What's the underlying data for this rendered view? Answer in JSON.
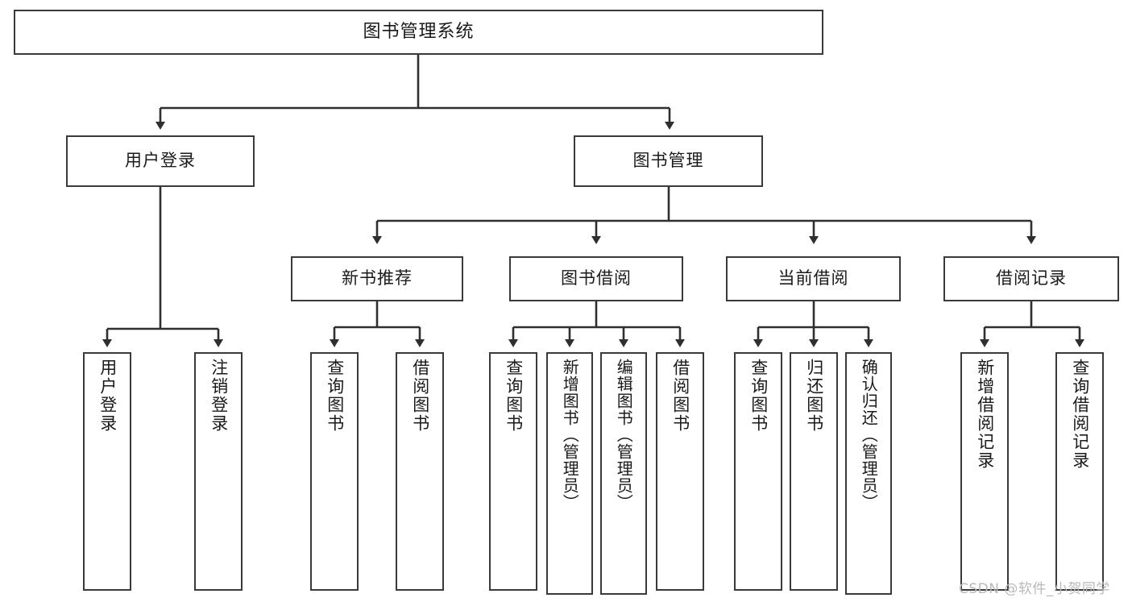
{
  "diagram": {
    "title": "图书管理系统",
    "type": "tree-hierarchy-diagram",
    "colors": {
      "box_border": "#3a3a3a",
      "box_fill": "#ffffff",
      "connector": "#2f2f2f",
      "text": "#1a1a1a",
      "watermark": "#b9b9b9",
      "background": "#ffffff"
    },
    "root": {
      "label": "图书管理系统"
    },
    "level2": [
      {
        "label": "用户登录"
      },
      {
        "label": "图书管理"
      }
    ],
    "level3": [
      {
        "label": "新书推荐"
      },
      {
        "label": "图书借阅"
      },
      {
        "label": "当前借阅"
      },
      {
        "label": "借阅记录"
      }
    ],
    "leaves": {
      "user_login": [
        {
          "label": "用户登录"
        },
        {
          "label": "注销登录"
        }
      ],
      "new_book_recommend": [
        {
          "label": "查询图书"
        },
        {
          "label": "借阅图书"
        }
      ],
      "book_borrow": [
        {
          "label": "查询图书"
        },
        {
          "label": "新增图书（管理员）"
        },
        {
          "label": "编辑图书（管理员）"
        },
        {
          "label": "借阅图书"
        }
      ],
      "current_borrow": [
        {
          "label": "查询图书"
        },
        {
          "label": "归还图书"
        },
        {
          "label": "确认归还（管理员）"
        }
      ],
      "borrow_record": [
        {
          "label": "新增借阅记录"
        },
        {
          "label": "查询借阅记录"
        }
      ]
    },
    "watermark": "CSDN @软件_小贺同学"
  }
}
